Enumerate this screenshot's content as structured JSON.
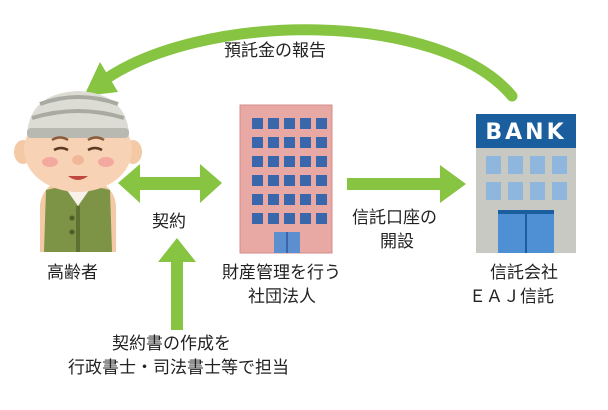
{
  "labels": {
    "report": "預託金の報告",
    "elderly": "高齢者",
    "contract": "契約",
    "corp_line1": "財産管理を行う",
    "corp_line2": "社団法人",
    "open_line1": "信託口座の",
    "open_line2": "開設",
    "bank_line1": "信託会社",
    "bank_line2": "ＥＡＪ信託",
    "note_line1": "契約書の作成を",
    "note_line2": "行政書士・司法書士等で担当",
    "bank_sign": "BANK"
  },
  "colors": {
    "arrow": "#86c442",
    "bank_blue": "#1b5e9d",
    "building": "#e8a9a4",
    "window": "#3a66ac"
  }
}
